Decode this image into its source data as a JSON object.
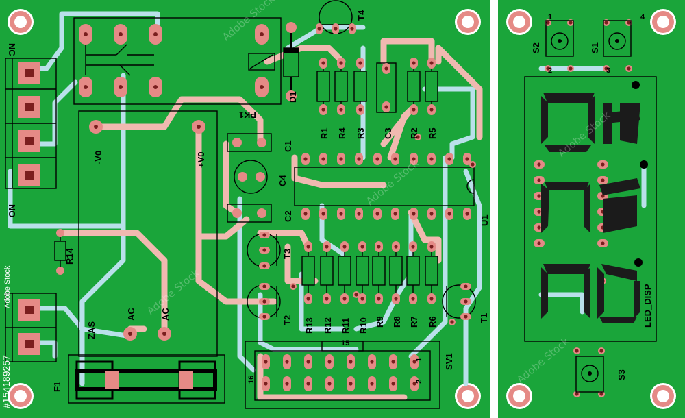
{
  "board": {
    "background": "#ffffff",
    "pcb_green": "#1aa53a",
    "pad_color": "#e58a86",
    "trace_top": "#f0b9b0",
    "trace_bottom": "#b9e0ea",
    "silkscreen": "#000000"
  },
  "labels": {
    "nc": "NC",
    "no": "NO",
    "pk1": "PK1",
    "d1": "D1",
    "t4": "T4",
    "r1": "R1",
    "r4": "R4",
    "r3": "R3",
    "c3": "C3",
    "r2": "R2",
    "r5": "R5",
    "c1": "C1",
    "c4": "C4",
    "c2": "C2",
    "u1": "U1",
    "t3": "T3",
    "t2": "T2",
    "t1": "T1",
    "r13": "R13",
    "r12": "R12",
    "r11": "R11",
    "r10": "R10",
    "r9": "R9",
    "r8": "R8",
    "r7": "R7",
    "r6": "R6",
    "r14": "R14",
    "minus_v0": "-V0",
    "plus_v0": "+V0",
    "zas": "ZAS",
    "ac1": "AC",
    "ac2": "AC",
    "f1": "F1",
    "sv1": "SV1",
    "pin16": "16",
    "pin15": "15",
    "pin1": "1",
    "pin2": "2",
    "s2": "S2",
    "s1": "S1",
    "s3": "S3",
    "led_disp": "LED_DISP",
    "sw_pins": [
      "1",
      "2",
      "3",
      "4"
    ]
  },
  "watermark": {
    "brand": "Adobe Stock",
    "stock_id": "#154189257"
  }
}
